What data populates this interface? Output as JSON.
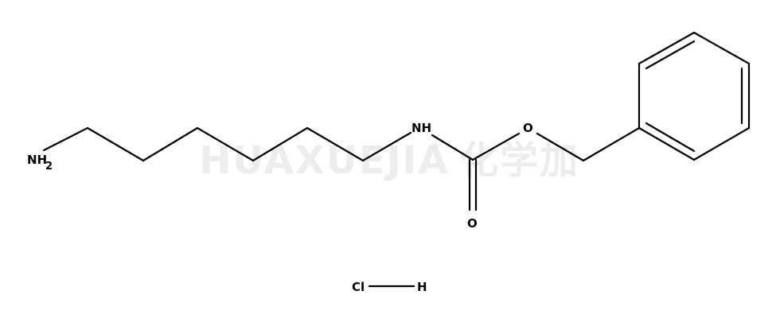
{
  "watermark": {
    "text": "HUAXUEJIA",
    "registered_mark": "®",
    "cjk_text": "化学加"
  },
  "molecule": {
    "atoms": {
      "amine": "NH",
      "amine_subscript": "2",
      "amide": "NH",
      "ester_oxygen": "O",
      "carbonyl_oxygen": "O",
      "chlorine": "Cl",
      "hydrogen": "H"
    }
  },
  "colors": {
    "bond": "#000000",
    "watermark": "#ededed",
    "background": "#ffffff"
  }
}
